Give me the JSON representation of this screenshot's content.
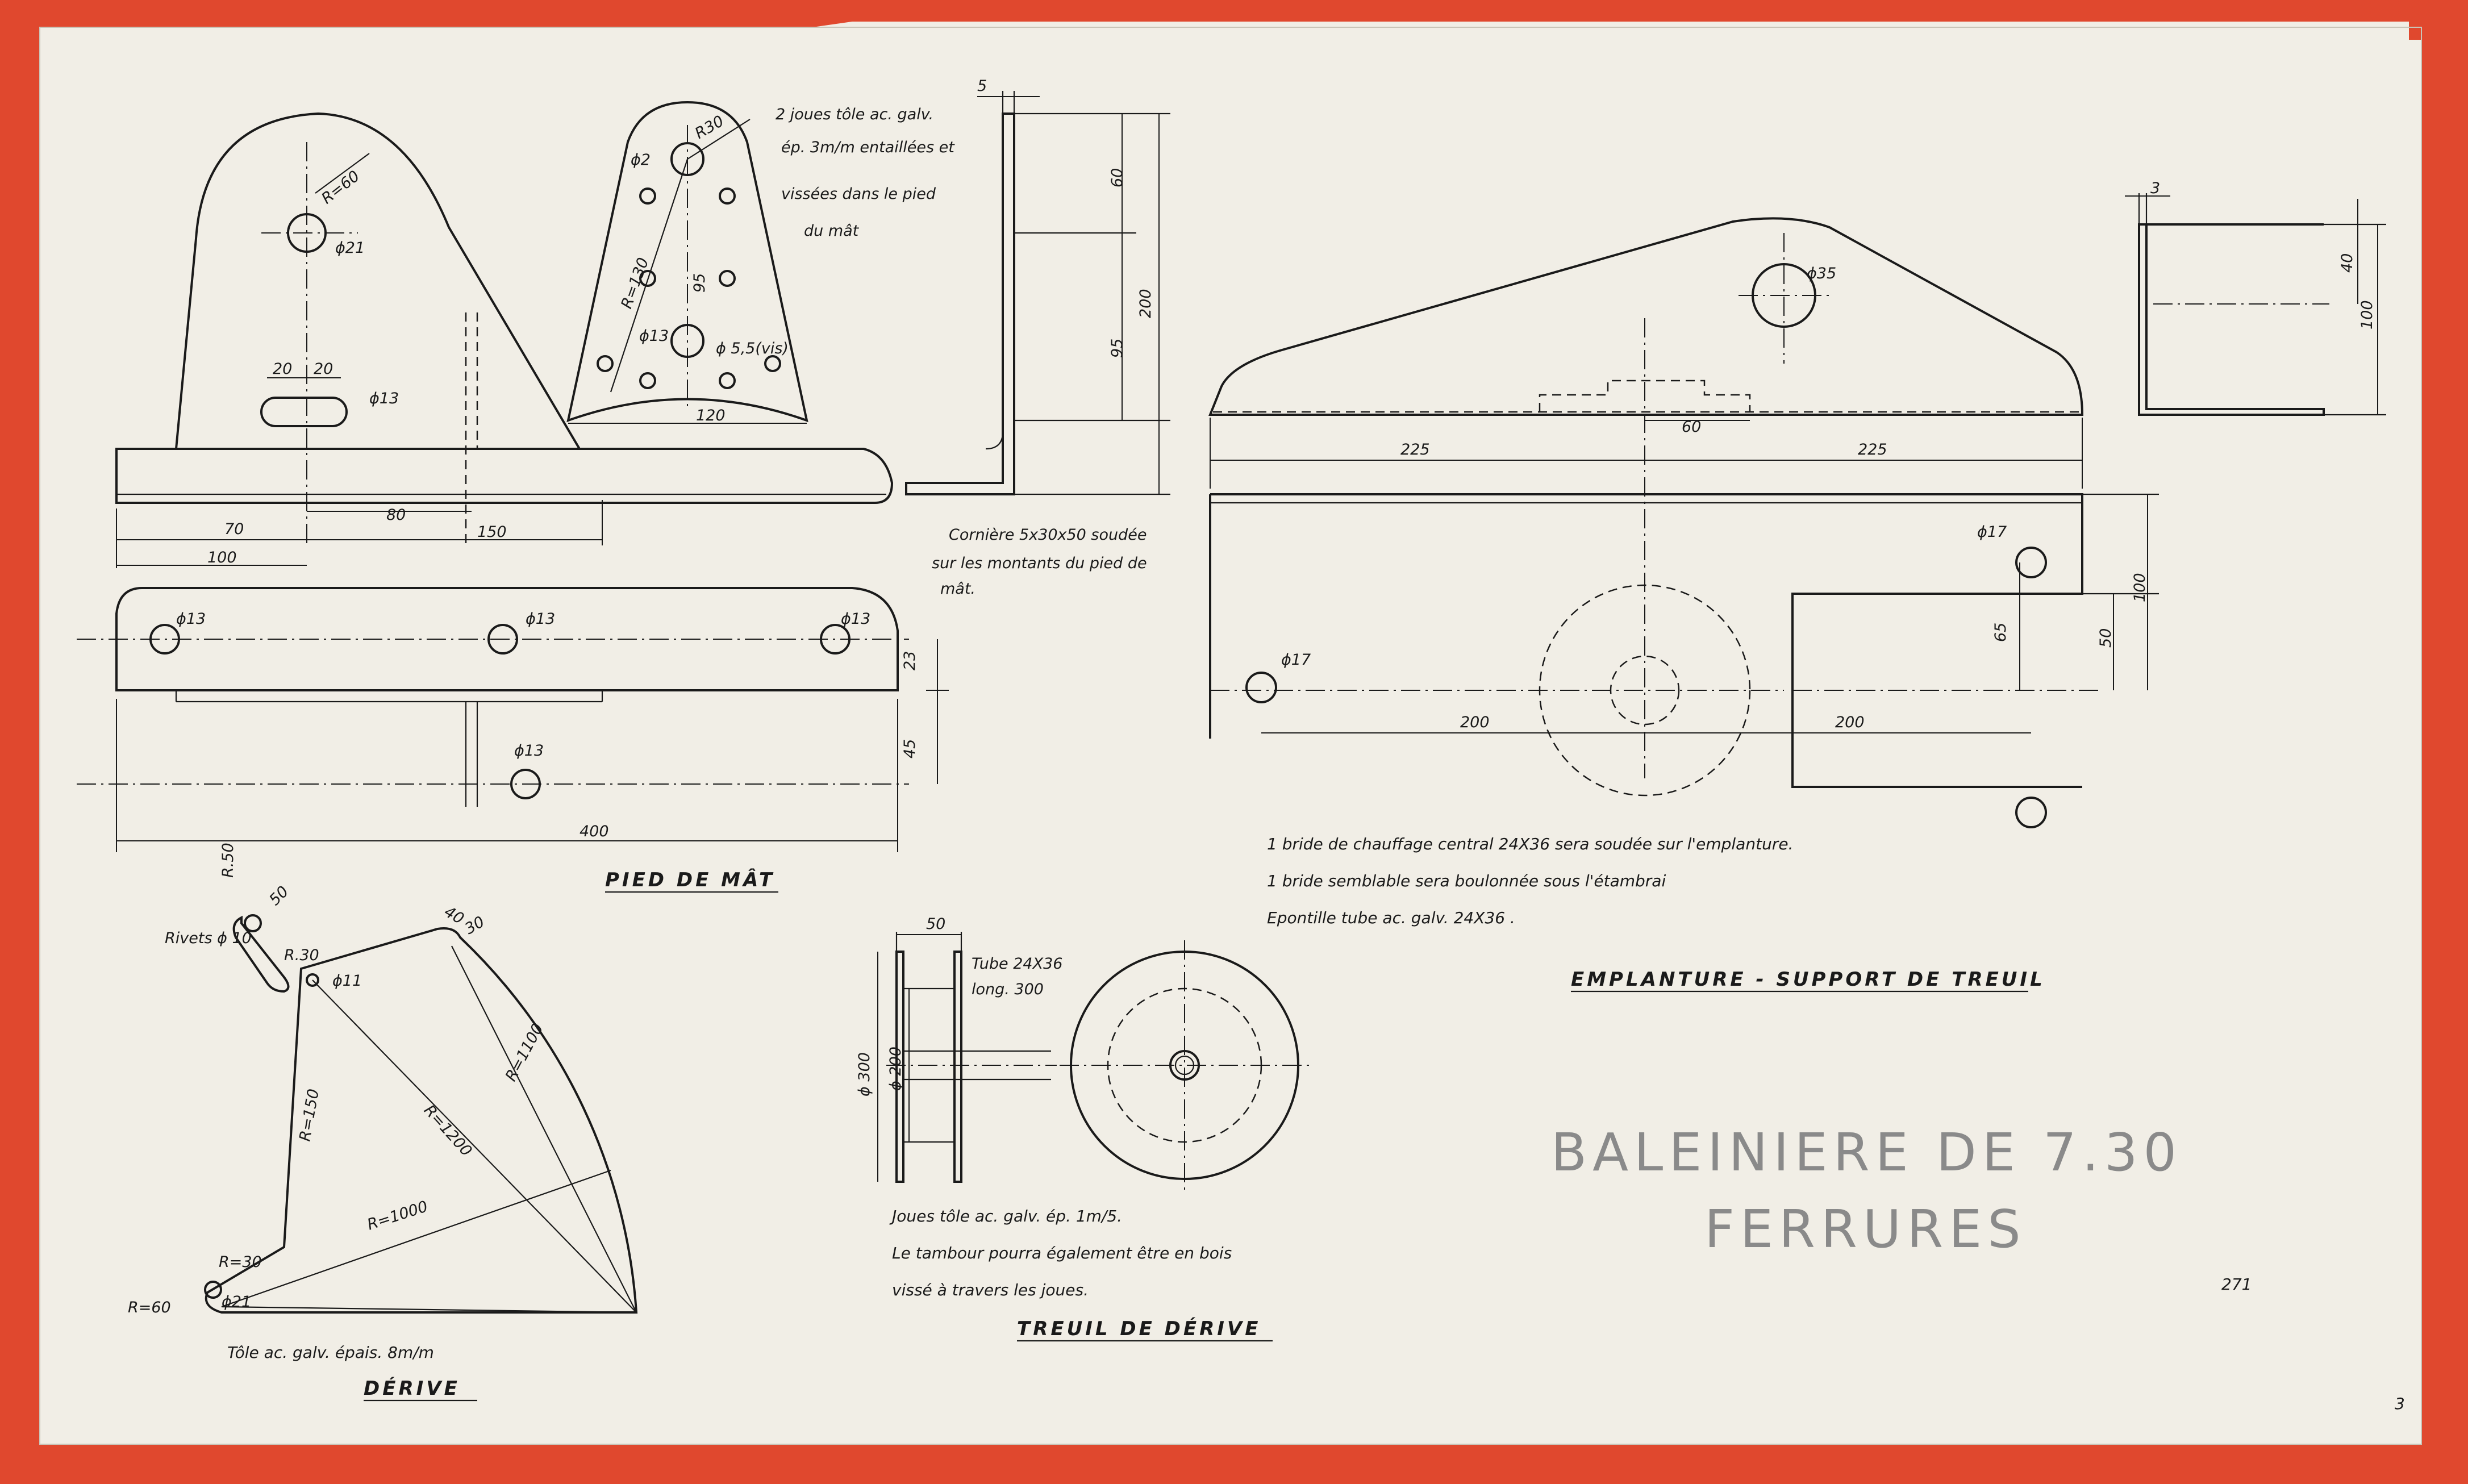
{
  "colors": {
    "paper": "#f1eee6",
    "border": "#e0482e",
    "ink": "#1a1a1a",
    "pencil": "#8a8a8a"
  },
  "views": {
    "pied_de_mat": {
      "title": "PIED DE MÂT",
      "labels": {
        "radius_60": "R=60",
        "hole_21": "ϕ21",
        "dim_20a": "20",
        "dim_20b": "20",
        "slot_13": "ϕ13",
        "dim_70": "70",
        "dim_80": "80",
        "dim_150": "150",
        "dim_100": "100",
        "hole_13a": "ϕ13",
        "hole_13b": "ϕ13",
        "hole_13c": "ϕ13",
        "hole_13d": "ϕ13",
        "dim_23": "23",
        "dim_45": "45",
        "dim_400": "400"
      }
    },
    "joues": {
      "labels": {
        "phi2": "ϕ2",
        "r30": "R30",
        "r130": "R=130",
        "dim_95": "95",
        "hole_13": "ϕ13",
        "holes_55": "ϕ 5,5(vis)",
        "dim_120": "120"
      },
      "note_lines": [
        "2 joues tôle ac. galv.",
        "ép. 3m/m entaillées et",
        "vissées dans le pied",
        "du mât"
      ]
    },
    "corniere": {
      "labels": {
        "dim_5": "5",
        "dim_60": "60",
        "dim_95": "95",
        "dim_200": "200"
      },
      "note_lines": [
        "Cornière 5x30x50 soudée",
        "sur les montants du pied de",
        "mât."
      ]
    },
    "emplanture": {
      "title": "EMPLANTURE - SUPPORT DE TREUIL",
      "labels": {
        "hole_35": "ϕ35",
        "dim_60": "60",
        "dim_225a": "225",
        "dim_225b": "225",
        "hole_17a": "ϕ17",
        "hole_17b": "ϕ17",
        "dim_65": "65",
        "dim_50": "50",
        "dim_100": "100",
        "dim_200a": "200",
        "dim_200b": "200"
      },
      "notes": [
        "1 bride de chauffage central 24X36 sera soudée sur l'emplanture.",
        "1 bride semblable sera boulonnée sous l'étambrai",
        "Epontille tube ac. galv. 24X36 ."
      ]
    },
    "bracket": {
      "labels": {
        "dim_3": "3",
        "dim_40": "40",
        "dim_100": "100"
      }
    },
    "derive": {
      "title": "DÉRIVE",
      "labels": {
        "r50": "R.50",
        "dim_50": "50",
        "rivets": "Rivets ϕ 10",
        "r30": "R.30",
        "hole_11": "ϕ11",
        "dim_40": "40",
        "dim_30": "30",
        "r150": "R=150",
        "r1200": "R=1200",
        "r1100": "R=1100",
        "r1000": "R=1000",
        "r60": "R=60",
        "r30b": "R=30",
        "hole_21": "ϕ21"
      },
      "note": "Tôle ac. galv. épais. 8m/m"
    },
    "treuil": {
      "title": "TREUIL DE DÉRIVE",
      "labels": {
        "dim_50": "50",
        "tube_a": "Tube 24X36",
        "tube_b": "long. 300",
        "d300": "ϕ 300",
        "d200": "ϕ 200"
      },
      "note_lines": [
        "Joues tôle ac. galv. ép. 1m/5.",
        "Le tambour pourra également être en bois",
        "vissé à travers les joues."
      ]
    }
  },
  "title_block": {
    "line1": "BALEINIERE DE 7.30",
    "line2": "FERRURES",
    "number": "271",
    "sheet": "3"
  }
}
